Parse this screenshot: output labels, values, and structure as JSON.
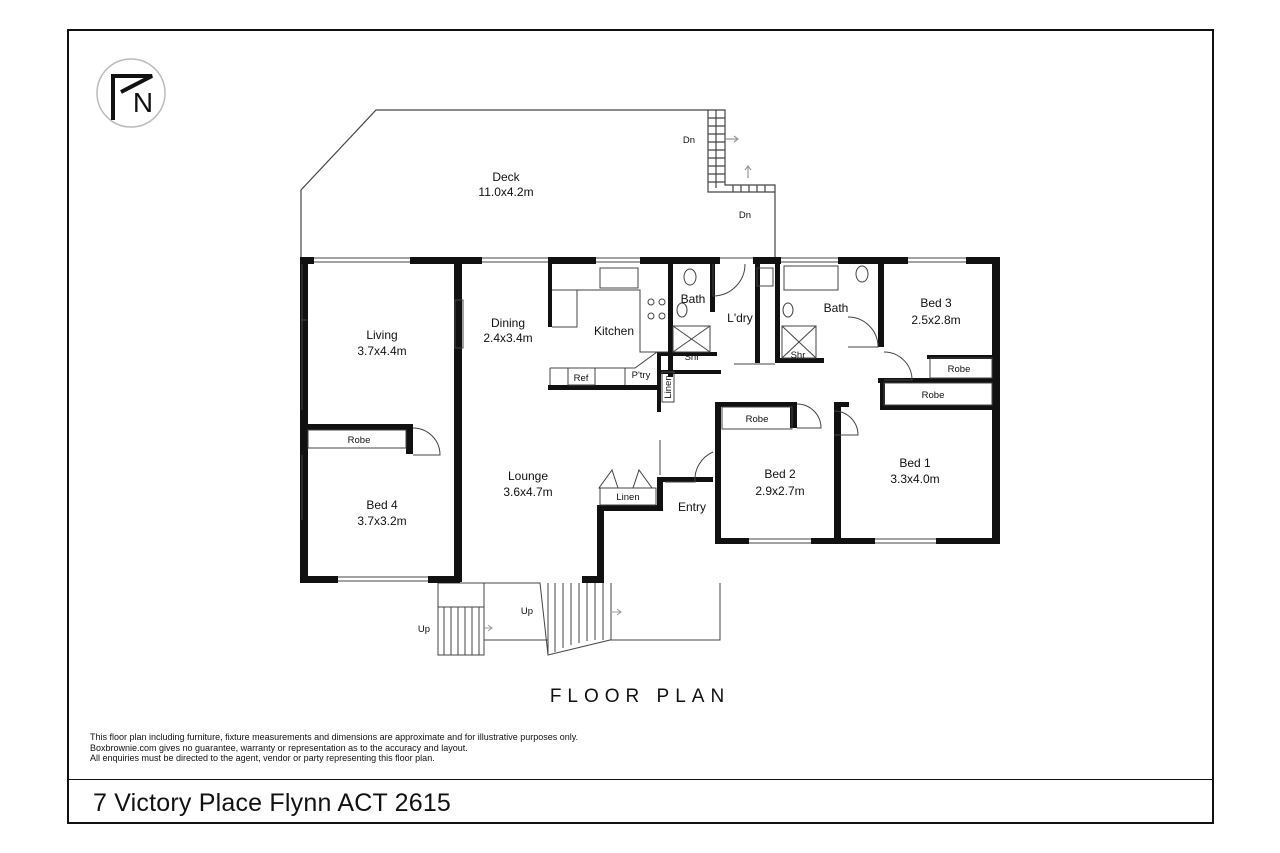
{
  "logo": {
    "letter": "N",
    "icon": "compass-north-icon"
  },
  "title": "FLOOR PLAN",
  "address": "7 Victory Place Flynn ACT 2615",
  "disclaimer": [
    "This floor plan including furniture, fixture measurements and dimensions are approximate and for illustrative purposes only.",
    "Boxbrownie.com gives no guarantee, warranty or representation as to the accuracy and layout.",
    "All enquiries must be directed to the agent, vendor or party representing this floor plan."
  ],
  "rooms": {
    "deck": {
      "name": "Deck",
      "size": "11.0x4.2m"
    },
    "living": {
      "name": "Living",
      "size": "3.7x4.4m"
    },
    "dining": {
      "name": "Dining",
      "size": "2.4x3.4m"
    },
    "kitchen": {
      "name": "Kitchen"
    },
    "bath1": {
      "name": "Bath"
    },
    "laundry": {
      "name": "L'dry"
    },
    "bath2": {
      "name": "Bath"
    },
    "bed3": {
      "name": "Bed 3",
      "size": "2.5x2.8m"
    },
    "bed4": {
      "name": "Bed 4",
      "size": "3.7x3.2m"
    },
    "lounge": {
      "name": "Lounge",
      "size": "3.6x4.7m"
    },
    "bed2": {
      "name": "Bed 2",
      "size": "2.9x2.7m"
    },
    "bed1": {
      "name": "Bed 1",
      "size": "3.3x4.0m"
    },
    "entry": {
      "name": "Entry"
    }
  },
  "fixtures": {
    "shr1": "Shr",
    "shr2": "Shr",
    "ref": "Ref",
    "pantry": "P'try",
    "linen_vertical": "Linen",
    "linen_lounge": "Linen",
    "robe_bed4": "Robe",
    "robe_bed2": "Robe",
    "robe_bed3": "Robe",
    "robe_bed1": "Robe"
  },
  "stairs": {
    "deck_dn_1": "Dn",
    "deck_dn_2": "Dn",
    "front_up_left": "Up",
    "front_up_mid": "Up"
  }
}
